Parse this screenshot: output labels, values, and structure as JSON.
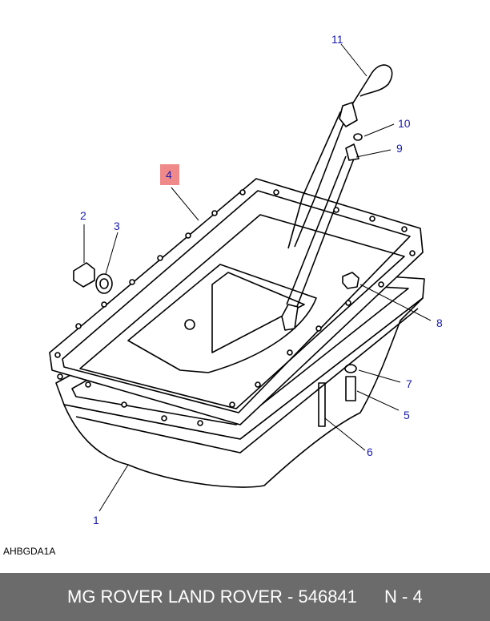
{
  "callouts": {
    "c1": "1",
    "c2": "2",
    "c3": "3",
    "c4": "4",
    "c5": "5",
    "c6": "6",
    "c7": "7",
    "c8": "8",
    "c9": "9",
    "c10": "10",
    "c11": "11"
  },
  "highlighted_callout": "4",
  "ref_code": "AHBGDA1A",
  "footer": {
    "title": "MG ROVER LAND ROVER - 546841",
    "page": "N - 4"
  },
  "colors": {
    "callout_text": "#1a1ab0",
    "highlight": "#f08a8a",
    "footer_bg": "#6b6b6b"
  }
}
